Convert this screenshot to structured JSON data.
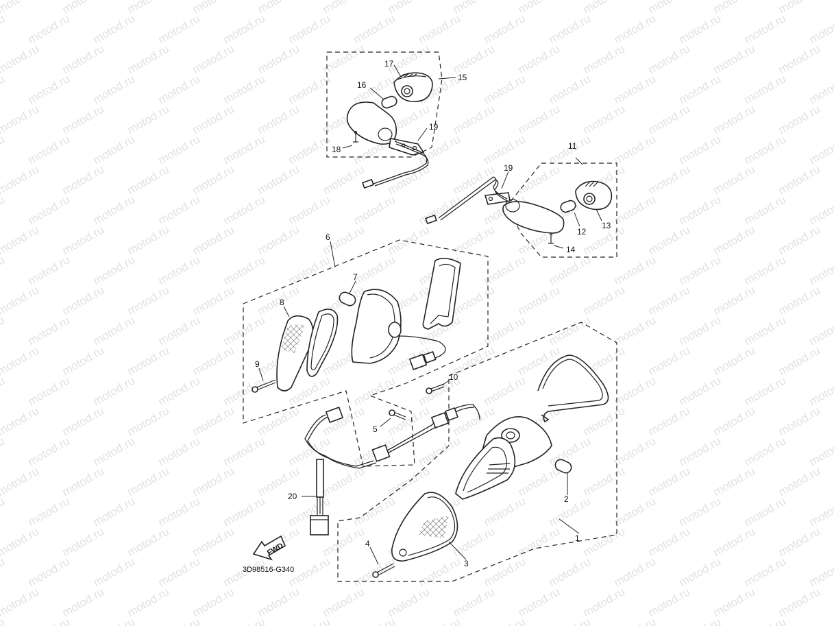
{
  "watermark": "motod.ru",
  "diagram_code": "3D98516-G340",
  "fwd_label": "FWD",
  "callouts": {
    "c1": "1",
    "c2": "2",
    "c3": "3",
    "c4": "4",
    "c5": "5",
    "c6": "6",
    "c7": "7",
    "c8": "8",
    "c9": "9",
    "c10": "10",
    "c11": "11",
    "c12": "12",
    "c13": "13",
    "c14": "14",
    "c15": "15",
    "c16": "16",
    "c17": "17",
    "c18": "18",
    "c19a": "19",
    "c19b": "19",
    "c20": "20"
  }
}
